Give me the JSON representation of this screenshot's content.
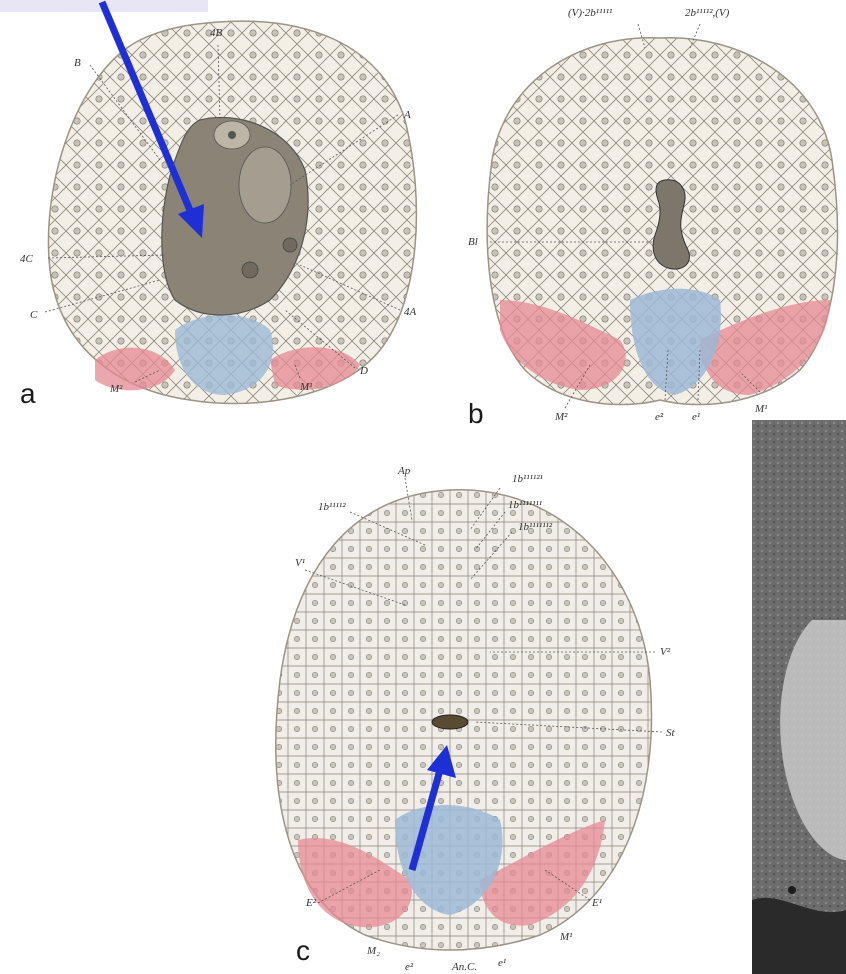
{
  "panels": {
    "a": {
      "letter": "a",
      "labels": [
        "4B",
        "B",
        "A",
        "4C",
        "C",
        "4A",
        "D",
        "M²",
        "M¹"
      ]
    },
    "b": {
      "letter": "b",
      "top_left_label": "(V)·2b¹¹¹¹¹",
      "top_right_label": "2b¹¹¹¹²,(V)",
      "labels": [
        "Bl",
        "M²",
        "e²",
        "e¹",
        "M¹"
      ]
    },
    "c": {
      "letter": "c",
      "labels": [
        "Ap",
        "1b¹¹¹¹²¹",
        "1b¹¹¹¹²",
        "1b¹¹¹¹¹¹¹",
        "1b¹¹¹¹¹¹²",
        "V¹",
        "V²",
        "St",
        "E²",
        "E¹",
        "M₂",
        "M¹",
        "e²",
        "An.C.",
        "e¹"
      ]
    }
  },
  "colors": {
    "arrow": "#1f2fd6",
    "red_region": "#e58a93",
    "blue_region": "#9cb9d6",
    "embryo_fill": "#f3efe6",
    "blastopore": "#7d766a"
  },
  "icons": [
    "arrow-icon"
  ]
}
